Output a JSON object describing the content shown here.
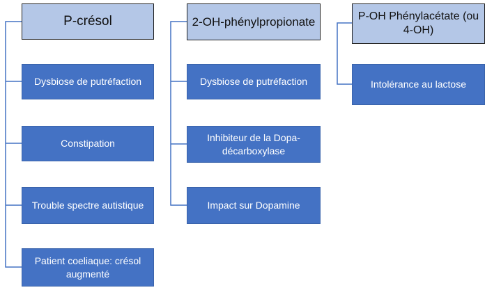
{
  "diagram": {
    "columns": [
      {
        "root": "P-crésol",
        "children": [
          "Dysbiose de putréfaction",
          "Constipation",
          "Trouble spectre autistique",
          "Patient coeliaque: crésol augmenté"
        ]
      },
      {
        "root": "2-OH-phénylpropionate",
        "children": [
          "Dysbiose de putréfaction",
          "Inhibiteur de la Dopa-décarboxylase",
          "Impact sur Dopamine"
        ]
      },
      {
        "root": "P-OH Phénylacétate (ou 4-OH)",
        "children": [
          "Intolérance au lactose"
        ]
      }
    ],
    "colors": {
      "root_fill": "#b4c7e7",
      "root_border": "#1f1f1f",
      "child_fill": "#4472c4",
      "connector": "#4472c4"
    }
  }
}
